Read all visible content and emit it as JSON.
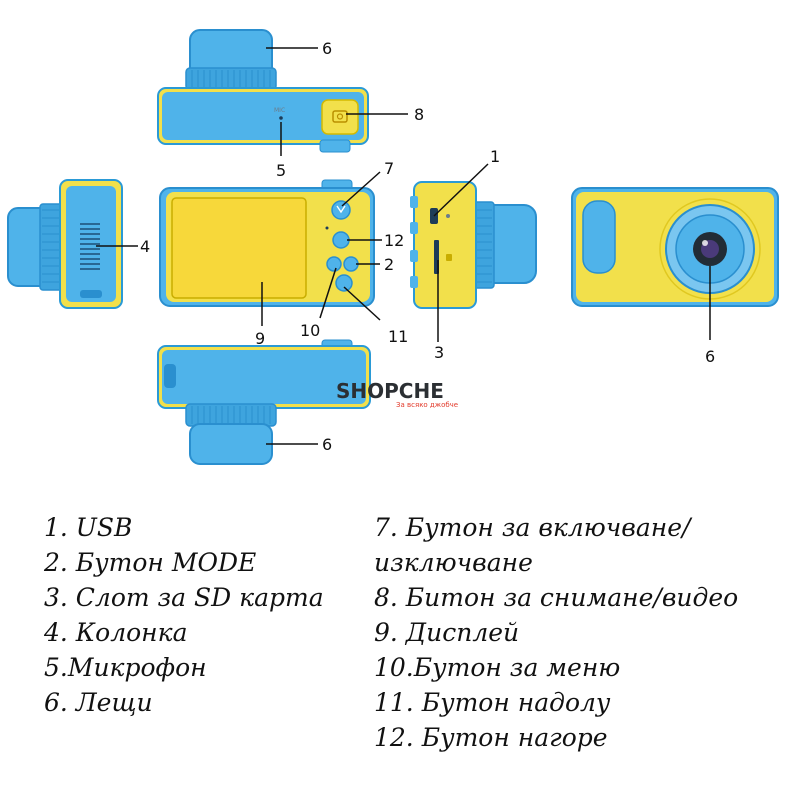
{
  "watermark": {
    "brand": "SHOPCHE",
    "tagline": "За всяко джобче"
  },
  "camera": {
    "mic_label": "MIC",
    "colors": {
      "body": "#f2e04b",
      "accent": "#4fb3ea",
      "accent_dark": "#2a8fcf",
      "screen": "#f7d83a",
      "outline": "#2a9ad6"
    }
  },
  "callouts": {
    "c1": "1",
    "c2": "2",
    "c3": "3",
    "c4": "4",
    "c5": "5",
    "c6_top": "6",
    "c6_bottom": "6",
    "c6_front": "6",
    "c7": "7",
    "c8": "8",
    "c9": "9",
    "c10": "10",
    "c11": "11",
    "c12": "12"
  },
  "legend": {
    "left": [
      "1. USB",
      "2. Бутон MODE",
      "3. Слот за SD карта",
      "4. Колонка",
      "5.Микрофон",
      "6. Лещи"
    ],
    "right": [
      "7. Бутон за включване/изключване",
      "8. Битон за снимане/видео",
      "9. Дисплей",
      "10.Бутон за меню",
      "11. Бутон надолу",
      "12. Бутон нагоре"
    ]
  }
}
